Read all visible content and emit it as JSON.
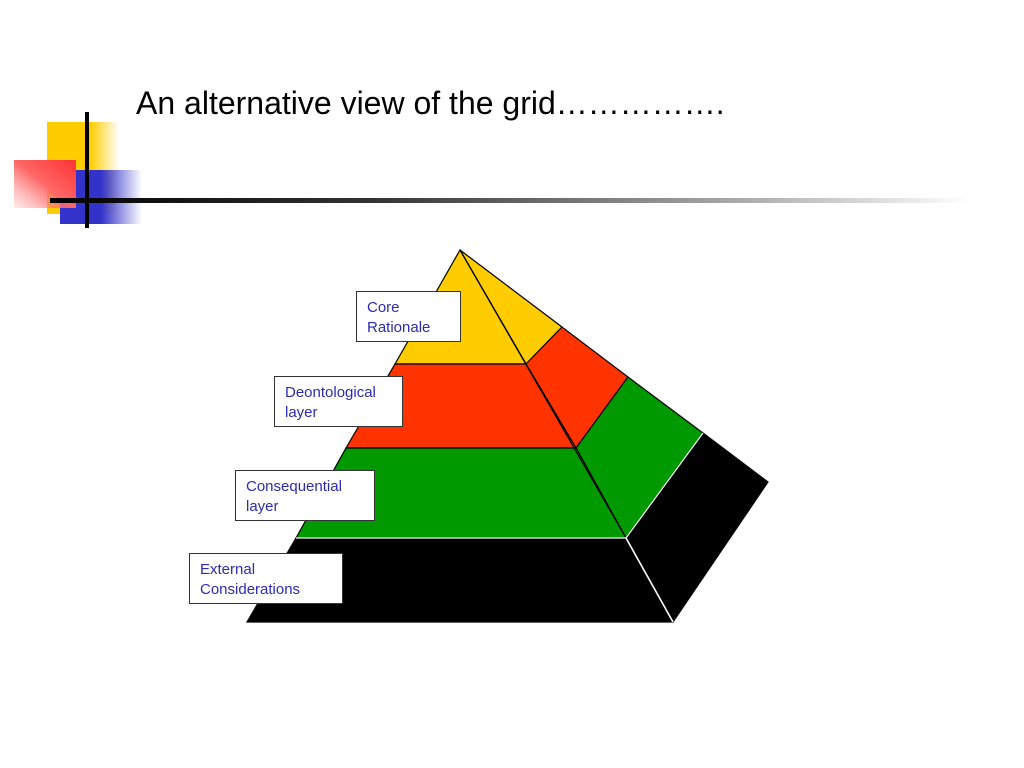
{
  "slide": {
    "title": "An alternative view of the grid……………."
  },
  "diagram": {
    "label_color": "#2b2bb8",
    "layers": [
      {
        "label": "Core\nRationale",
        "front_color": "#ffcc00",
        "side_color": "#ffcc00"
      },
      {
        "label": "Deontological\nlayer",
        "front_color": "#ff3300",
        "side_color": "#ff3300"
      },
      {
        "label": "Consequential\nlayer",
        "front_color": "#009900",
        "side_color": "#009900"
      },
      {
        "label": "External\nConsiderations",
        "front_color": "#000000",
        "side_color": "#000000"
      }
    ]
  },
  "decor": {
    "yellow": "#ffcc00",
    "blue": "#3333cc",
    "red": "#ff3333"
  }
}
